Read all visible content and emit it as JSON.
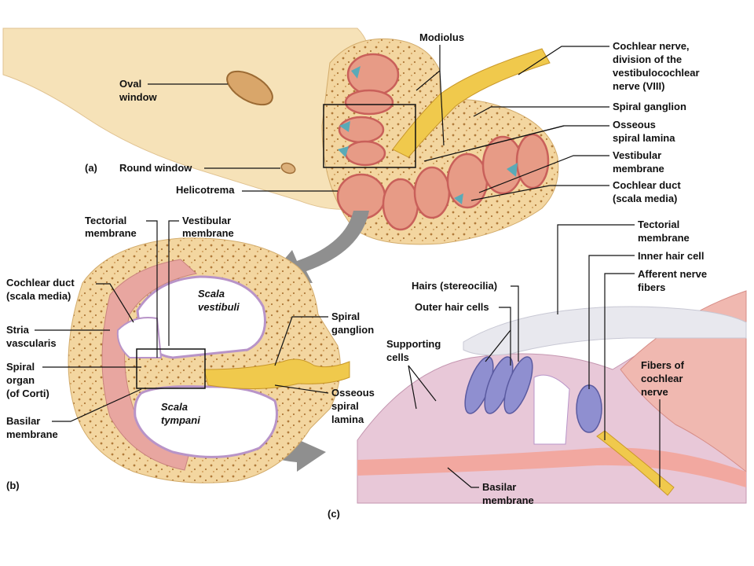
{
  "panels": {
    "a": "(a)",
    "b": "(b)",
    "c": "(c)"
  },
  "labels_a": {
    "modiolus": "Modiolus",
    "cochlear_nerve": [
      "Cochlear nerve,",
      "division of the",
      "vestibulocochlear",
      "nerve (VIII)"
    ],
    "oval_window": [
      "Oval",
      "window"
    ],
    "spiral_ganglion": "Spiral ganglion",
    "osseous_spiral_lamina": [
      "Osseous",
      "spiral lamina"
    ],
    "vestibular_membrane": [
      "Vestibular",
      "membrane"
    ],
    "round_window": "Round window",
    "helicotrema": "Helicotrema",
    "cochlear_duct": [
      "Cochlear duct",
      "(scala media)"
    ]
  },
  "labels_b": {
    "tectorial_membrane": [
      "Tectorial",
      "membrane"
    ],
    "vestibular_membrane": [
      "Vestibular",
      "membrane"
    ],
    "cochlear_duct": [
      "Cochlear duct",
      "(scala media)"
    ],
    "scala_vestibuli": [
      "Scala",
      "vestibuli"
    ],
    "spiral_ganglion": [
      "Spiral",
      "ganglion"
    ],
    "stria_vascularis": [
      "Stria",
      "vascularis"
    ],
    "spiral_organ": [
      "Spiral",
      "organ",
      "(of Corti)"
    ],
    "osseous_spiral_lamina": [
      "Osseous",
      "spiral",
      "lamina"
    ],
    "basilar_membrane": [
      "Basilar",
      "membrane"
    ],
    "scala_tympani": [
      "Scala",
      "tympani"
    ]
  },
  "labels_c": {
    "tectorial_membrane": [
      "Tectorial",
      "membrane"
    ],
    "inner_hair_cell": "Inner hair cell",
    "afferent_nerve_fibers": [
      "Afferent nerve",
      "fibers"
    ],
    "hairs_stereocilia": "Hairs (stereocilia)",
    "outer_hair_cells": "Outer hair cells",
    "supporting_cells": [
      "Supporting",
      "cells"
    ],
    "fibers_cochlear_nerve": [
      "Fibers of",
      "cochlear",
      "nerve"
    ],
    "basilar_membrane": [
      "Basilar",
      "membrane"
    ]
  }
}
